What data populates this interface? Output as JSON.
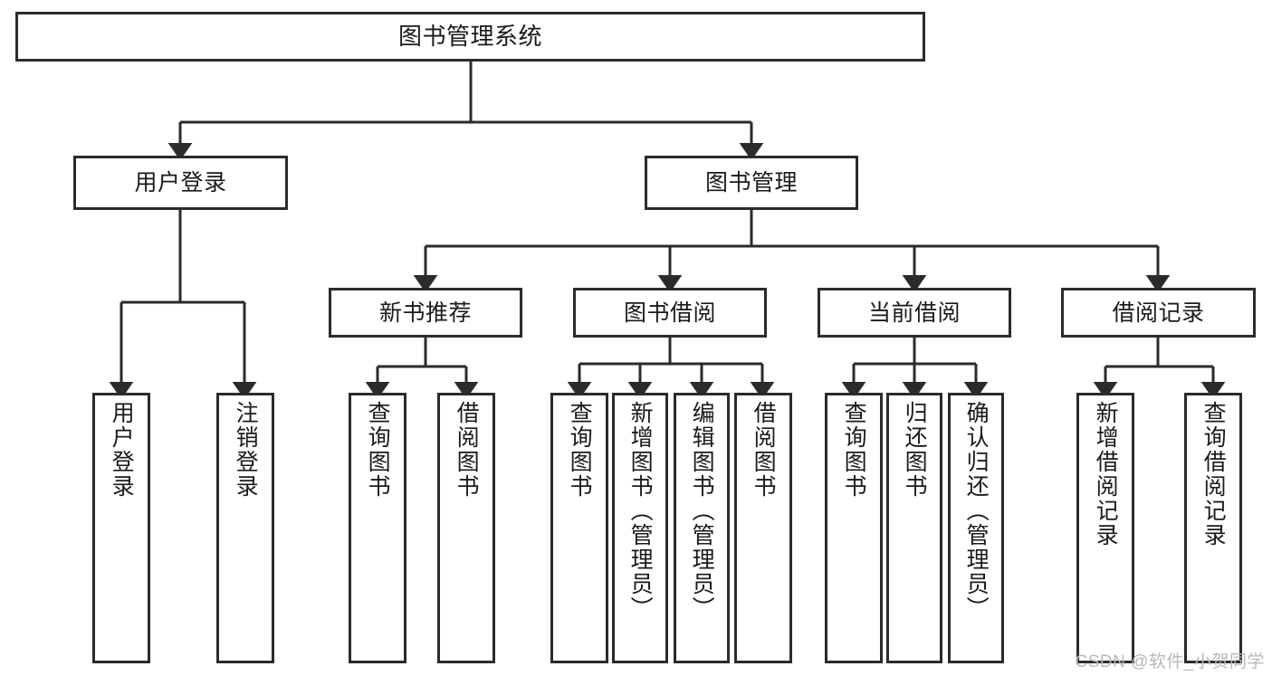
{
  "diagram": {
    "type": "hierarchy-tree",
    "title": "图书管理系统",
    "root": {
      "id": "root",
      "label": "图书管理系统"
    },
    "level2": [
      {
        "id": "user-login",
        "label": "用户登录"
      },
      {
        "id": "book-management",
        "label": "图书管理"
      }
    ],
    "level3": [
      {
        "id": "new-book-recommend",
        "label": "新书推荐",
        "parent": "book-management"
      },
      {
        "id": "book-borrow",
        "label": "图书借阅",
        "parent": "book-management"
      },
      {
        "id": "current-borrow",
        "label": "当前借阅",
        "parent": "book-management"
      },
      {
        "id": "borrow-record",
        "label": "借阅记录",
        "parent": "book-management"
      }
    ],
    "leaves": {
      "user_login": [
        {
          "id": "leaf-user-login",
          "label": "用户登录"
        },
        {
          "id": "leaf-logout",
          "label": "注销登录"
        }
      ],
      "new_book_recommend": [
        {
          "id": "leaf-query-book-1",
          "label": "查询图书"
        },
        {
          "id": "leaf-borrow-book-1",
          "label": "借阅图书"
        }
      ],
      "book_borrow": [
        {
          "id": "leaf-query-book-2",
          "label": "查询图书"
        },
        {
          "id": "leaf-add-book",
          "label": "新增图书（管理员）"
        },
        {
          "id": "leaf-edit-book",
          "label": "编辑图书（管理员）"
        },
        {
          "id": "leaf-borrow-book-2",
          "label": "借阅图书"
        }
      ],
      "current_borrow": [
        {
          "id": "leaf-query-book-3",
          "label": "查询图书"
        },
        {
          "id": "leaf-return-book",
          "label": "归还图书"
        },
        {
          "id": "leaf-confirm-return",
          "label": "确认归还（管理员）"
        }
      ],
      "borrow_record": [
        {
          "id": "leaf-add-record",
          "label": "新增借阅记录"
        },
        {
          "id": "leaf-query-record",
          "label": "查询借阅记录"
        }
      ]
    },
    "colors": {
      "stroke": "#2b2b2b",
      "background": "#ffffff",
      "text": "#1a1a1a",
      "watermark": "#b9b9b9"
    }
  },
  "watermark": {
    "text": "CSDN @软件_小贺同学"
  }
}
